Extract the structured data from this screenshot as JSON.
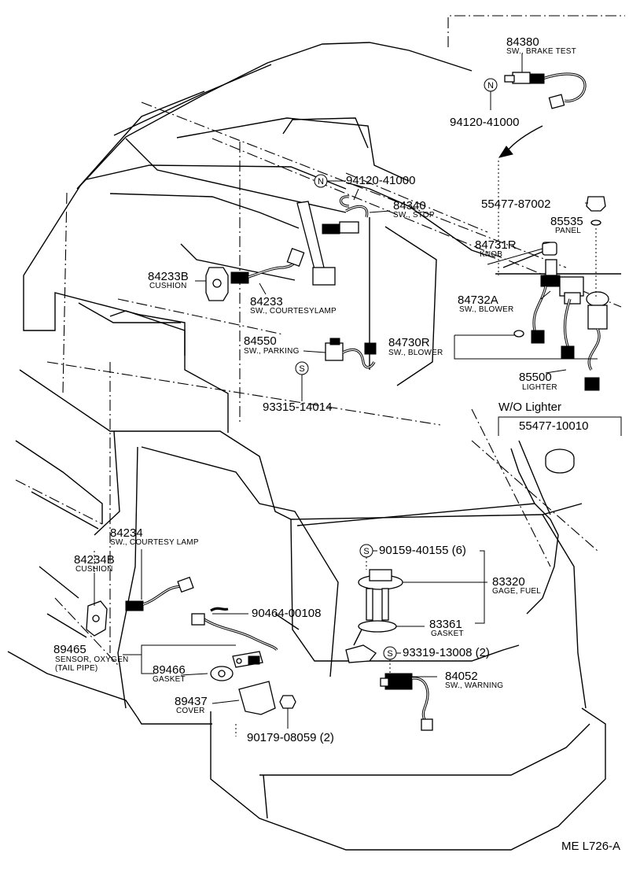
{
  "parts": {
    "brake_test_switch": {
      "number": "84380",
      "name": "SW., BRAKE TEST"
    },
    "brake_test_screw": {
      "number": "94120-41000"
    },
    "panel_plug": {
      "number": "55477-87002"
    },
    "panel": {
      "number": "85535",
      "name": "PANEL"
    },
    "knob": {
      "number": "84731R",
      "name": "KNOB"
    },
    "blower_switch_a": {
      "number": "84732A",
      "name": "SW., BLOWER"
    },
    "blower_switch_r": {
      "number": "84730R",
      "name": "SW., BLOWER"
    },
    "lighter": {
      "number": "85500",
      "name": "LIGHTER"
    },
    "wo_lighter_header": "W/O Lighter",
    "wo_lighter_plug": {
      "number": "55477-10010"
    },
    "stop_screw": {
      "number": "94120-41000"
    },
    "stop_switch": {
      "number": "84340",
      "name": "SW., STOP"
    },
    "cushion_b": {
      "number": "84233B",
      "name": "CUSHION"
    },
    "courtesy_switch": {
      "number": "84233",
      "name": "SW., COURTESYLAMP"
    },
    "parking_switch": {
      "number": "84550",
      "name": "SW., PARKING"
    },
    "parking_screw": {
      "number": "93315-14014"
    },
    "rear_courtesy_switch": {
      "number": "84234",
      "name": "SW., COURTESY LAMP"
    },
    "rear_cushion": {
      "number": "84234B",
      "name": "CUSHION"
    },
    "oxygen_sensor": {
      "number": "89465",
      "name": "SENSOR, OXYGEN",
      "note": "(TAIL PIPE)"
    },
    "clip": {
      "number": "90464-00108"
    },
    "sensor_gasket": {
      "number": "89466",
      "name": "GASKET"
    },
    "sensor_cover": {
      "number": "89437",
      "name": "COVER"
    },
    "cover_nut": {
      "number": "90179-08059 (2)"
    },
    "gage_screw": {
      "number": "90159-40155 (6)"
    },
    "fuel_gage": {
      "number": "83320",
      "name": "GAGE, FUEL"
    },
    "gage_gasket": {
      "number": "83361",
      "name": "GASKET"
    },
    "warning_screw": {
      "number": "93319-13008 (2)"
    },
    "warning_switch": {
      "number": "84052",
      "name": "SW., WARNING"
    }
  },
  "symbols": {
    "n": "N",
    "s": "S"
  },
  "figure_code": "ME L726-A"
}
